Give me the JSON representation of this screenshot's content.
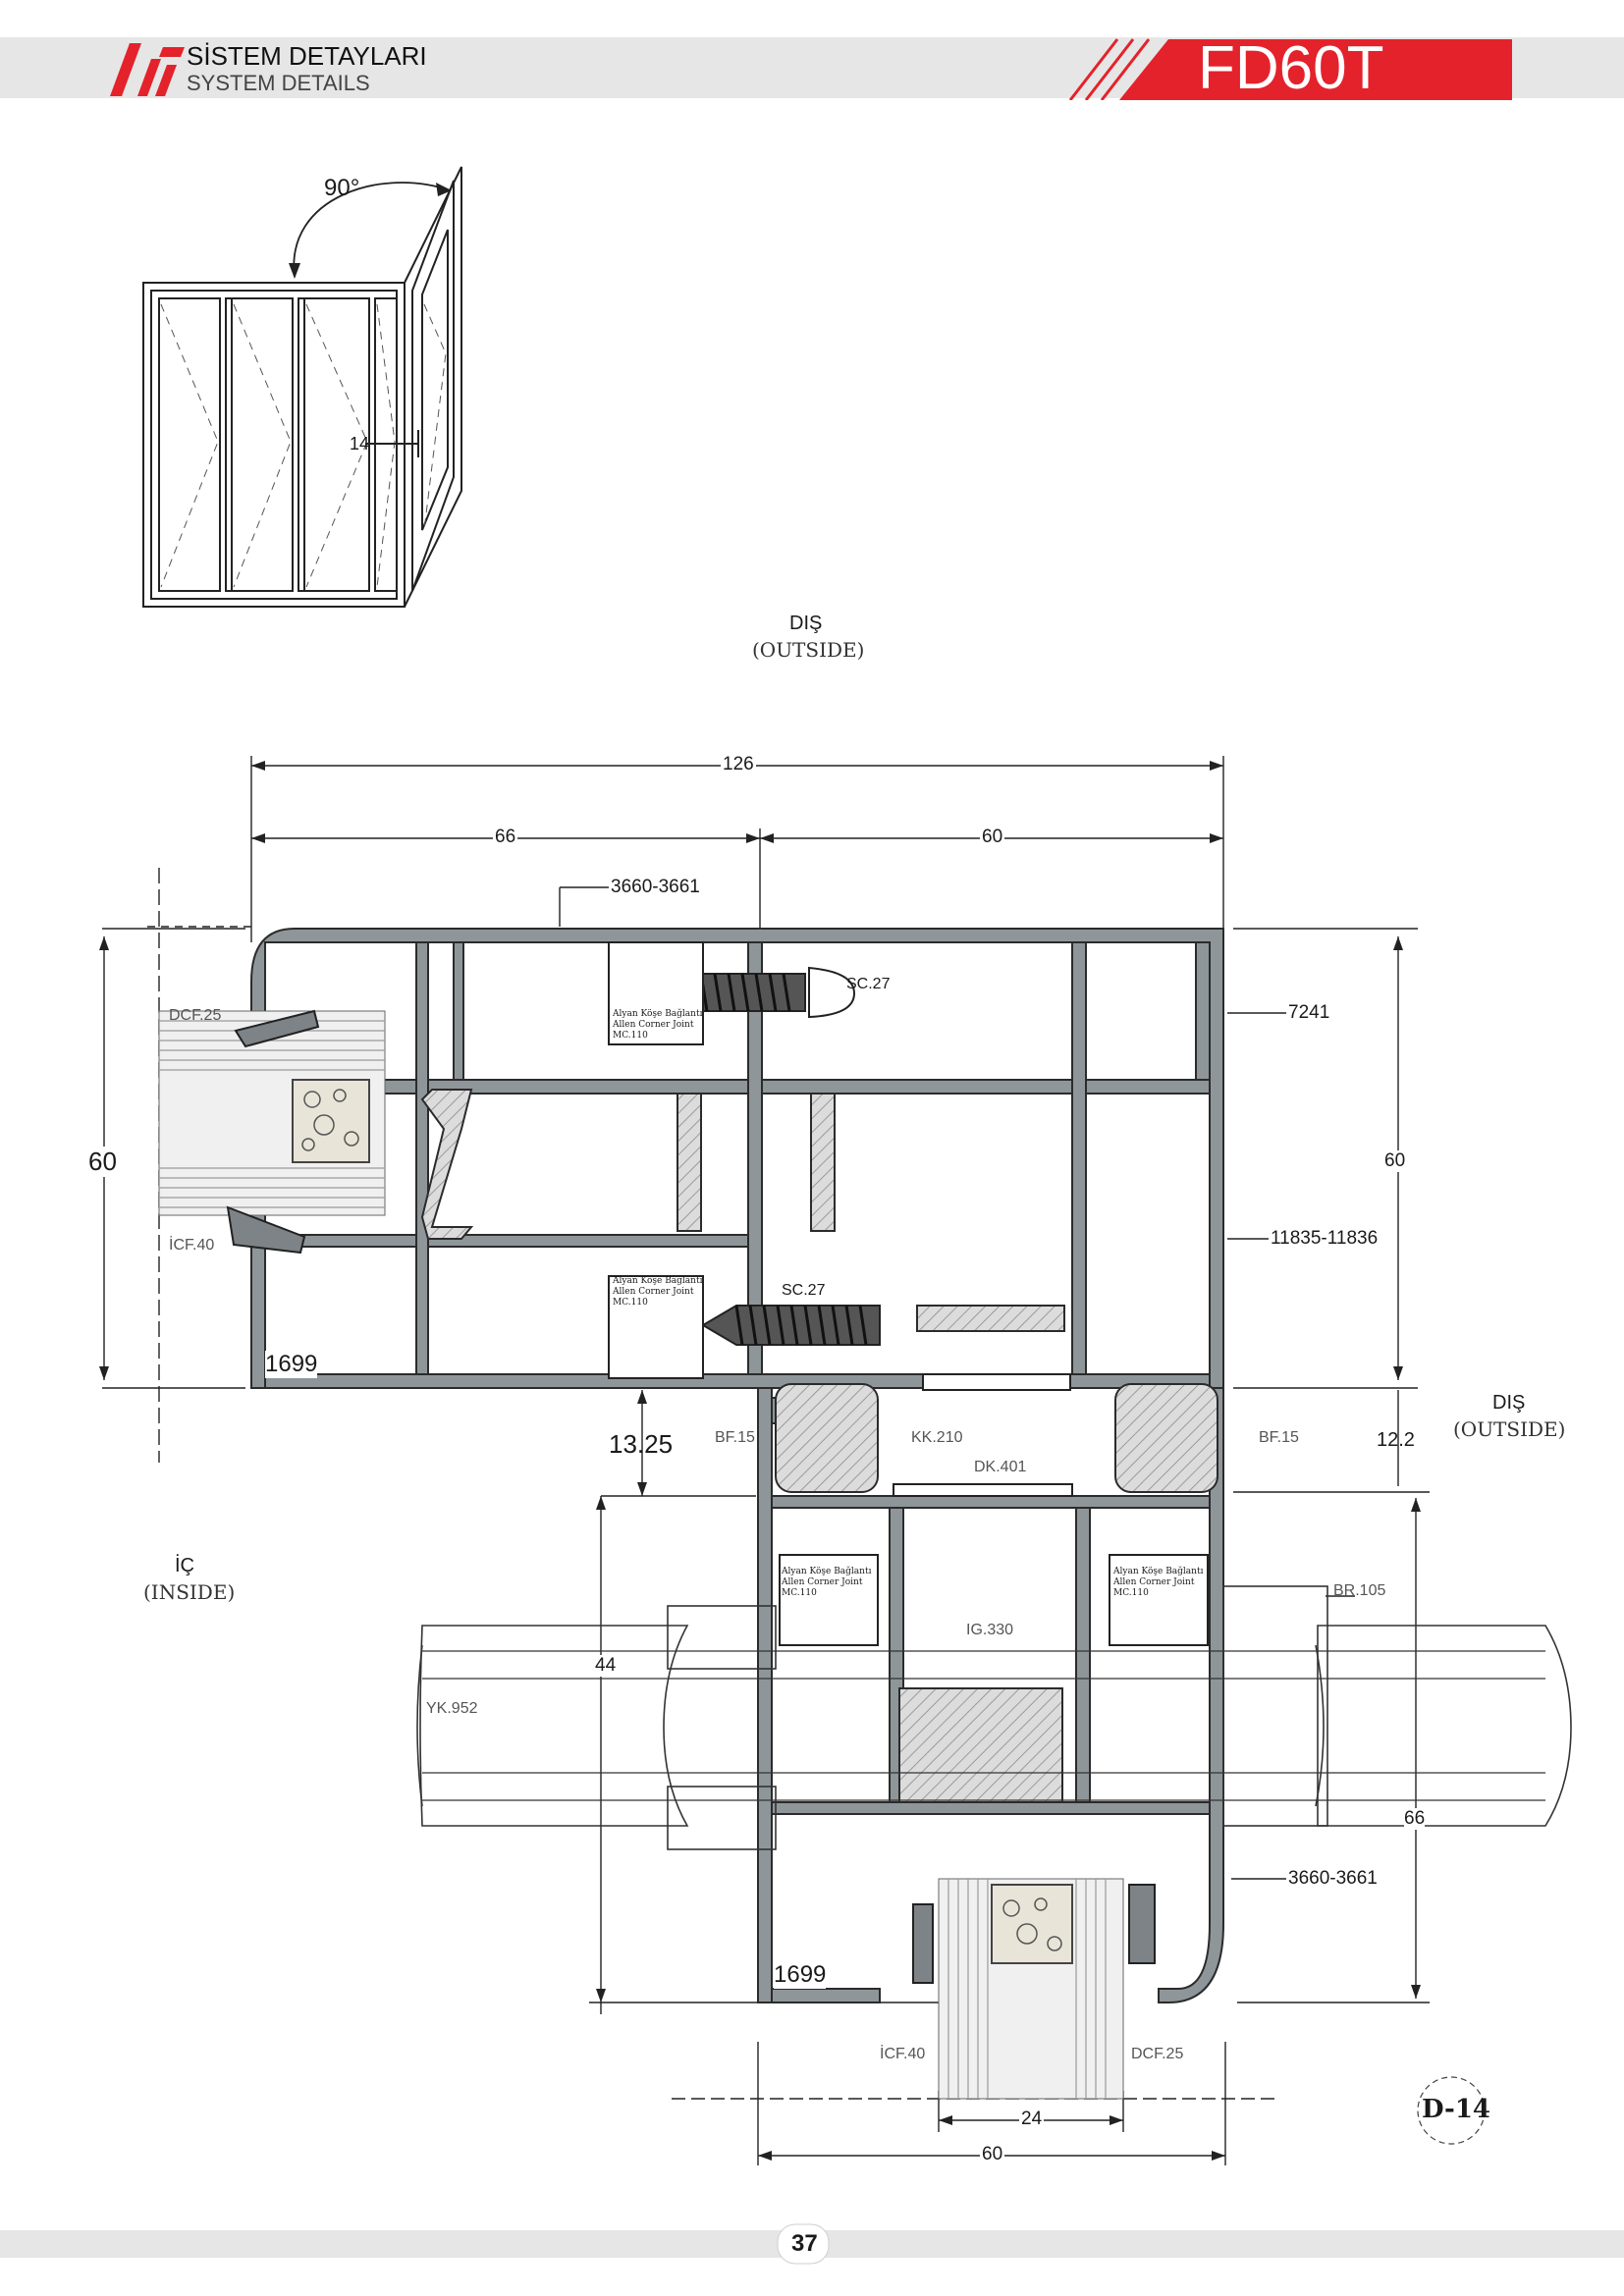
{
  "header": {
    "title_tr": "SİSTEM DETAYLARI",
    "title_en": "SYSTEM DETAILS",
    "product_code": "FD60T"
  },
  "labels": {
    "angle": "90°",
    "gap_small": "14",
    "outside_tr": "DIŞ",
    "outside_en": "(OUTSIDE)",
    "inside_tr": "İÇ",
    "inside_en": "(INSIDE)",
    "dim_126": "126",
    "dim_66": "66",
    "dim_60_top": "60",
    "dim_60_left": "60",
    "dim_60_right": "60",
    "dim_1325": "13.25",
    "dim_122": "12.2",
    "dim_44": "44",
    "dim_66_right": "66",
    "dim_24": "24",
    "dim_60_bottom": "60",
    "p_3660_top": "3660-3661",
    "p_3660_bottom": "3660-3661",
    "p_7241": "7241",
    "p_11835": "11835-11836",
    "p_sc27_a": "SC.27",
    "p_sc27_b": "SC.27",
    "p_dcf25_a": "DCF.25",
    "p_dcf25_b": "DCF.25",
    "p_icf40_a": "İCF.40",
    "p_icf40_b": "İCF.40",
    "p_1699_a": "1699",
    "p_1699_b": "1699",
    "p_bf15_a": "BF.15",
    "p_bf15_b": "BF.15",
    "p_kk210": "KK.210",
    "p_dk401": "DK.401",
    "p_ig330": "IG.330",
    "p_br105": "BR.105",
    "p_yk952": "YK.952",
    "corner_l1": "Alyan Köşe Bağlantı",
    "corner_l2": "Allen Corner Joint",
    "corner_l3": "MC.110",
    "detail_code": "D-14",
    "page_number": "37"
  }
}
